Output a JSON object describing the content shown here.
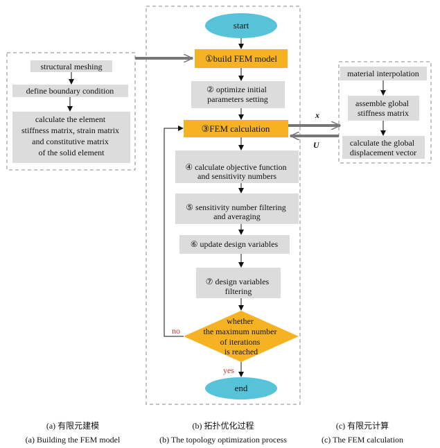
{
  "panel_a": {
    "steps": [
      "structural meshing",
      "define boundary condition"
    ],
    "step3": [
      "calculate the element",
      "stiffness matrix, strain matrix",
      "and constitutive matrix",
      "of the solid element"
    ]
  },
  "panel_b": {
    "start": "start",
    "end": "end",
    "step1": "①build FEM model",
    "step2": [
      "② optimize initial",
      "parameters setting"
    ],
    "step3": "③FEM calculation",
    "step4": [
      "④ calculate objective function",
      "and sensitivity numbers"
    ],
    "step5": [
      "⑤ sensitivity number filtering",
      "and averaging"
    ],
    "step6": "⑥ update design variables",
    "step7": [
      "⑦ design variables",
      "filtering"
    ],
    "decision": [
      "whether",
      "the maximum number",
      "of iterations",
      "is reached"
    ],
    "no": "no",
    "yes": "yes"
  },
  "panel_c": {
    "step1": "material interpolation",
    "step2": [
      "assemble global",
      "stiffness matrix"
    ],
    "step3": [
      "calculate the global",
      "displacement vector"
    ]
  },
  "links": {
    "x_label": "x",
    "u_label": "U"
  },
  "captions": {
    "a_cn": "(a) 有限元建模",
    "a_en": "(a) Building the FEM model",
    "b_cn": "(b) 拓扑优化过程",
    "b_en": "(b) The topology optimization process",
    "c_cn": "(c) 有限元计算",
    "c_en": "(c) The FEM calculation"
  },
  "colors": {
    "orange": "#f5b324",
    "gray": "#dcdcdc",
    "cyan": "#57c3d8",
    "line": "#777777",
    "red": "#c0392b"
  }
}
